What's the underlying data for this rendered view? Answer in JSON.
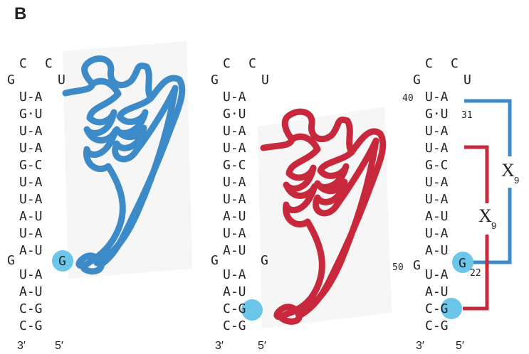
{
  "panel_label": "B",
  "colors": {
    "blue": "#3d8ac8",
    "red": "#c8283c",
    "highlight": "#6cc6ea",
    "text": "#222222"
  },
  "hairpin": {
    "loop_top": [
      "C",
      "C"
    ],
    "loop_left": "G",
    "loop_right": "U",
    "pairs": [
      "U-A",
      "G·U",
      "U-A",
      "U-A",
      "G-C",
      "U-A",
      "U-A",
      "A-U",
      "U-A",
      "A-U"
    ],
    "bulge": "G",
    "bulge_partner": "G",
    "lower_pairs": [
      "U-A",
      "A-U",
      "C-G",
      "C-G"
    ],
    "end_3": "3′",
    "end_5": "5′"
  },
  "annotations": {
    "num_40": "40",
    "num_31": "31",
    "num_50": "50",
    "num_22": "22",
    "bracket_label": "X",
    "bracket_sub": "9"
  },
  "proteins": [
    {
      "name": "protein-ribbon-blue",
      "color": "blue"
    },
    {
      "name": "protein-ribbon-red",
      "color": "red"
    }
  ]
}
